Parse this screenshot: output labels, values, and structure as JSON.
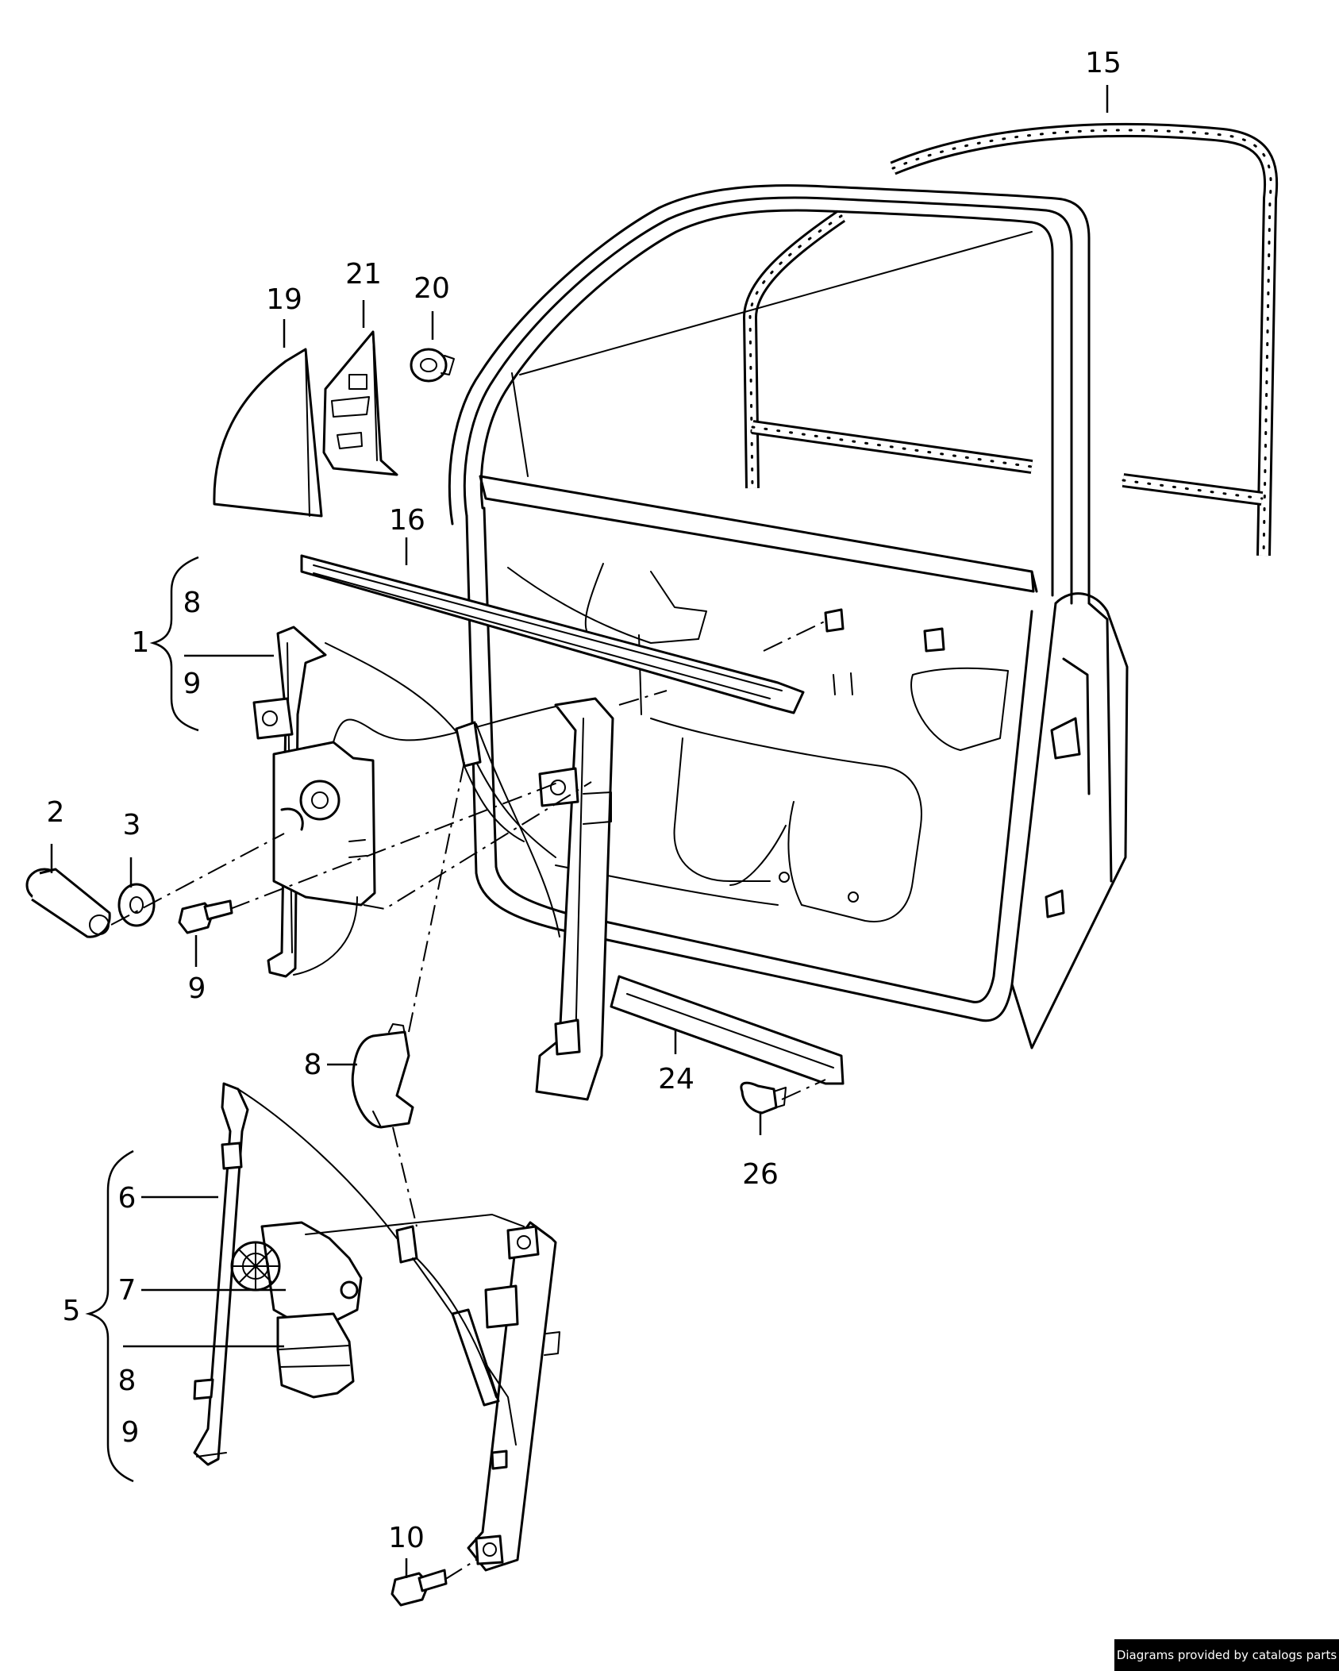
{
  "callouts": {
    "c15": "15",
    "c21": "21",
    "c20": "20",
    "c19": "19",
    "c16": "16",
    "c8a": "8",
    "c1": "1",
    "c9a": "9",
    "c2": "2",
    "c3": "3",
    "c9b": "9",
    "c8b": "8",
    "c24": "24",
    "c26": "26",
    "c6": "6",
    "c7": "7",
    "c5": "5",
    "c8c": "8",
    "c9c": "9",
    "c10": "10"
  },
  "footer": {
    "credit": "Diagrams provided by catalogs parts"
  }
}
